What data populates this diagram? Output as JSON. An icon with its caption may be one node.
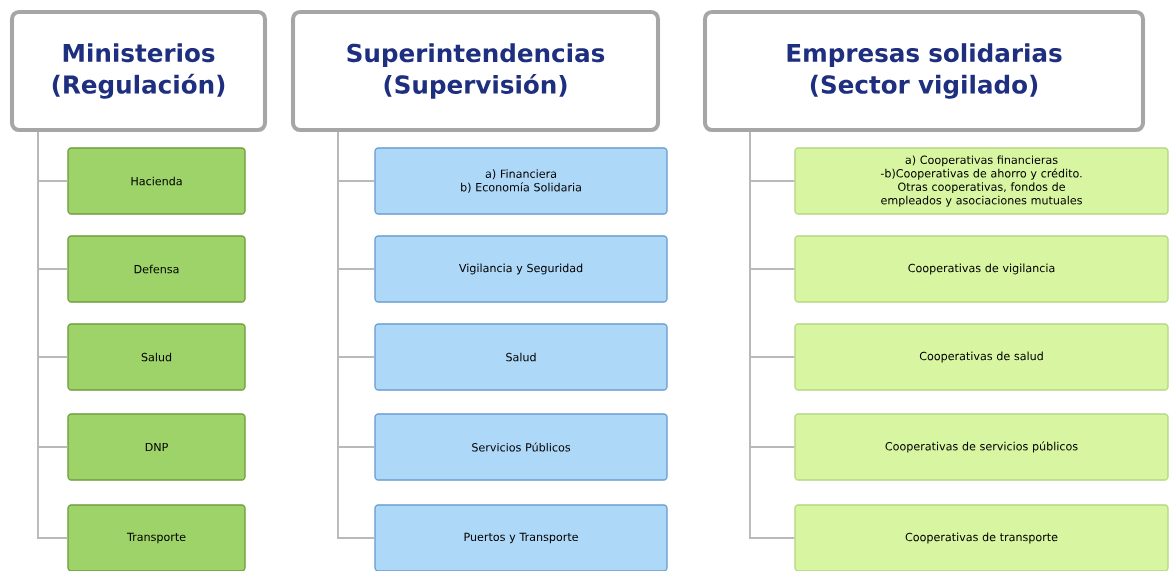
{
  "diagram": {
    "nodes": [
      {
        "text": [
          "Ministerios (Regulación)"
        ]
      },
      {
        "text": [
          "Hacienda"
        ]
      },
      {
        "text": [
          "Defensa"
        ]
      },
      {
        "text": [
          "Salud"
        ]
      },
      {
        "text": [
          "DNP"
        ]
      },
      {
        "text": [
          "Transporte"
        ]
      },
      {
        "text": [
          "Superintendencias (Supervisión)"
        ]
      },
      {
        "text": [
          "a) Financiera",
          "b) Economía Solidaria"
        ]
      },
      {
        "text": [
          "Vigilancia y  Seguridad"
        ]
      },
      {
        "text": [
          "Salud"
        ]
      },
      {
        "text": [
          "Servicios Públicos"
        ]
      },
      {
        "text": [
          "Puertos  y Transporte"
        ]
      },
      {
        "text": [
          "Empresas solidarias (Sector vigilado)"
        ]
      },
      {
        "text": [
          "a) Cooperativas financieras",
          "-b)Cooperativas de ahorro y crédito.",
          "Otras cooperativas, fondos de empleados y asociaciones mutuales"
        ]
      },
      {
        "text": [
          "Cooperativas de vigilancia"
        ]
      },
      {
        "text": [
          "Cooperativas  de salud"
        ]
      },
      {
        "text": [
          "Cooperativas  de servicios públicos"
        ]
      },
      {
        "text": [
          "Cooperativas de transporte"
        ]
      }
    ],
    "edges": [
      {
        "from": 0,
        "to": 1,
        "arrow": "none"
      },
      {
        "from": 0,
        "to": 2,
        "arrow": "none"
      },
      {
        "from": 0,
        "to": 3,
        "arrow": "none"
      },
      {
        "from": 0,
        "to": 4,
        "arrow": "none"
      },
      {
        "from": 0,
        "to": 5,
        "arrow": "none"
      },
      {
        "from": 6,
        "to": 7,
        "arrow": "none"
      },
      {
        "from": 6,
        "to": 8,
        "arrow": "none"
      },
      {
        "from": 6,
        "to": 9,
        "arrow": "none"
      },
      {
        "from": 6,
        "to": 10,
        "arrow": "none"
      },
      {
        "from": 6,
        "to": 11,
        "arrow": "none"
      },
      {
        "from": 12,
        "to": 13,
        "arrow": "none"
      },
      {
        "from": 12,
        "to": 14,
        "arrow": "none"
      },
      {
        "from": 12,
        "to": 15,
        "arrow": "none"
      },
      {
        "from": 12,
        "to": 16,
        "arrow": "none"
      },
      {
        "from": 12,
        "to": 17,
        "arrow": "none"
      }
    ]
  }
}
